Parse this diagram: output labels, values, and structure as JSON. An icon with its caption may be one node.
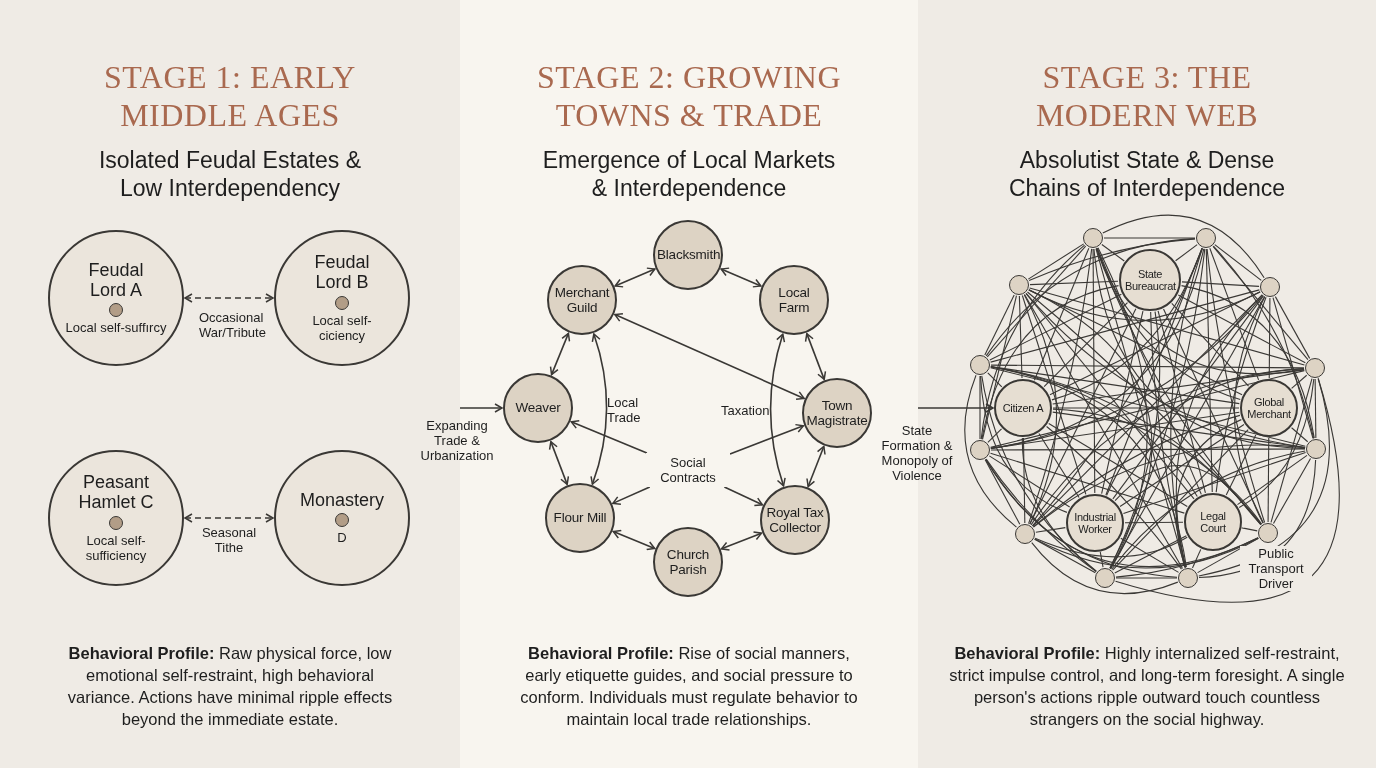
{
  "diagram": {
    "nodes": [
      {
        "text": [
          "STAGE 1: EARLY MIDDLE AGES",
          "Isolated Feudal Estates & Low Interdependency",
          "**Behavioral Profile:** Raw physical force, low emotional self-restraint, high behavioral variance. Actions have minimal ripple effects beyond the immediate estate."
        ]
      },
      {
        "text": [
          "STAGE 2: GROWING TOWNS & TRADE",
          "Emergence of Local Markets & Interdependence",
          "**Behavioral Profile:** Rise of social manners, early etiquette guides, and social pressure to conform. Individuals must regulate behavior to maintain local trade relationships."
        ]
      },
      {
        "text": [
          "STAGE 3: THE MODERN WEB",
          "Absolutist State & Dense Chains of Interdependence",
          "**Behavioral Profile:** Highly internalized self-restraint, strict impulse control, and long-term foresight. A single person's actions ripple outward touch countless strangers on the social highway."
        ]
      },
      {
        "text": [
          "Feudal Lord A",
          "Local self-suffırcy"
        ],
        "in": 0
      },
      {
        "text": [
          "Feudal Lord B",
          "Local self-ciciency"
        ],
        "in": 0
      },
      {
        "text": [
          "Peasant Hamlet C",
          "Local self-sufficiency"
        ],
        "in": 0
      },
      {
        "text": [
          "Monastery",
          "D"
        ],
        "in": 0
      },
      {
        "text": [
          "Blacksmith"
        ],
        "in": 1
      },
      {
        "text": [
          "Merchant Guild"
        ],
        "in": 1
      },
      {
        "text": [
          "Local Farm"
        ],
        "in": 1
      },
      {
        "text": [
          "Weaver"
        ],
        "in": 1
      },
      {
        "text": [
          "Town Magistrate"
        ],
        "in": 1
      },
      {
        "text": [
          "Flour Mill"
        ],
        "in": 1
      },
      {
        "text": [
          "Royal Tax Collector"
        ],
        "in": 1
      },
      {
        "text": [
          "Church Parish"
        ],
        "in": 1
      },
      {
        "text": [
          "Social Contracts"
        ],
        "in": 1
      },
      {
        "text": [
          "State Bureaucrat"
        ],
        "in": 2
      },
      {
        "text": [
          "Citizen A"
        ],
        "in": 2
      },
      {
        "text": [
          "Global Merchant"
        ],
        "in": 2
      },
      {
        "text": [
          "Industrial Worker"
        ],
        "in": 2
      },
      {
        "text": [
          "Legal Court"
        ],
        "in": 2
      },
      {
        "text": [],
        "shape": "circle",
        "in": 2
      },
      {
        "text": [],
        "shape": "circle",
        "in": 2
      },
      {
        "text": [],
        "shape": "circle",
        "in": 2
      },
      {
        "text": [],
        "shape": "circle",
        "in": 2
      },
      {
        "text": [],
        "shape": "circle",
        "in": 2
      },
      {
        "text": [],
        "shape": "circle",
        "in": 2
      },
      {
        "text": [],
        "shape": "circle",
        "in": 2
      },
      {
        "text": [],
        "shape": "circle",
        "in": 2
      },
      {
        "text": [],
        "shape": "circle",
        "in": 2
      },
      {
        "text": [],
        "shape": "circle",
        "in": 2,
        "beside": [
          "Public Transport Driver"
        ]
      },
      {
        "text": [],
        "shape": "circle",
        "in": 2
      },
      {
        "text": [],
        "shape": "circle",
        "in": 2
      }
    ],
    "edges": [
      {
        "from": 3,
        "to": 4,
        "arrow": "both",
        "style": "dashed",
        "label": "Occasional War/Tribute"
      },
      {
        "from": 5,
        "to": 6,
        "arrow": "both",
        "style": "dashed",
        "label": "Seasonal Tithe"
      },
      {
        "from": 8,
        "to": 7,
        "arrow": "both"
      },
      {
        "from": 7,
        "to": 9,
        "arrow": "both"
      },
      {
        "from": 8,
        "to": 10,
        "arrow": "both"
      },
      {
        "from": 9,
        "to": 11,
        "arrow": "both"
      },
      {
        "from": 10,
        "to": 12,
        "arrow": "both"
      },
      {
        "from": 11,
        "to": 13,
        "arrow": "both"
      },
      {
        "from": 12,
        "to": 14,
        "arrow": "both"
      },
      {
        "from": 14,
        "to": 13,
        "arrow": "both"
      },
      {
        "from": 8,
        "to": 11,
        "arrow": "both"
      },
      {
        "from": 8,
        "to": 12,
        "arrow": "both",
        "label": "Local Trade"
      },
      {
        "from": 9,
        "to": 13,
        "arrow": "both",
        "label": "Taxation"
      },
      {
        "from": 15,
        "to": 10,
        "arrow": "to"
      },
      {
        "from": 15,
        "to": 11,
        "arrow": "to"
      },
      {
        "from": 15,
        "to": 12,
        "arrow": "to"
      },
      {
        "from": 15,
        "to": 13,
        "arrow": "to"
      },
      {
        "from": 0,
        "to": 10,
        "arrow": "to",
        "label": "Expanding Trade & Urbanization"
      },
      {
        "from": 1,
        "to": 17,
        "arrow": "to",
        "label": "State Formation & Monopoly of Violence"
      },
      {
        "from": 16,
        "to": 17,
        "arrow": "none"
      },
      {
        "from": 16,
        "to": 18,
        "arrow": "none"
      },
      {
        "from": 16,
        "to": 19,
        "arrow": "none"
      },
      {
        "from": 16,
        "to": 20,
        "arrow": "none"
      },
      {
        "from": 16,
        "to": 21,
        "arrow": "none"
      },
      {
        "from": 16,
        "to": 22,
        "arrow": "none"
      },
      {
        "from": 16,
        "to": 23,
        "arrow": "none"
      },
      {
        "from": 16,
        "to": 24,
        "arrow": "none"
      },
      {
        "from": 16,
        "to": 25,
        "arrow": "none"
      },
      {
        "from": 16,
        "to": 26,
        "arrow": "none"
      },
      {
        "from": 16,
        "to": 27,
        "arrow": "none"
      },
      {
        "from": 16,
        "to": 28,
        "arrow": "none"
      },
      {
        "from": 16,
        "to": 29,
        "arrow": "none"
      },
      {
        "from": 16,
        "to": 30,
        "arrow": "none"
      },
      {
        "from": 16,
        "to": 31,
        "arrow": "none"
      },
      {
        "from": 16,
        "to": 32,
        "arrow": "none"
      },
      {
        "from": 17,
        "to": 18,
        "arrow": "none"
      },
      {
        "from": 17,
        "to": 19,
        "arrow": "none"
      },
      {
        "from": 17,
        "to": 20,
        "arrow": "none"
      },
      {
        "from": 17,
        "to": 21,
        "arrow": "none"
      },
      {
        "from": 17,
        "to": 22,
        "arrow": "none"
      },
      {
        "from": 17,
        "to": 23,
        "arrow": "none"
      },
      {
        "from": 17,
        "to": 24,
        "arrow": "none"
      },
      {
        "from": 17,
        "to": 25,
        "arrow": "none"
      },
      {
        "from": 17,
        "to": 26,
        "arrow": "none"
      },
      {
        "from": 17,
        "to": 27,
        "arrow": "none"
      },
      {
        "from": 17,
        "to": 28,
        "arrow": "none"
      },
      {
        "from": 17,
        "to": 29,
        "arrow": "none"
      },
      {
        "from": 17,
        "to": 30,
        "arrow": "none"
      },
      {
        "from": 17,
        "to": 31,
        "arrow": "none"
      },
      {
        "from": 17,
        "to": 32,
        "arrow": "none"
      },
      {
        "from": 18,
        "to": 19,
        "arrow": "none"
      },
      {
        "from": 18,
        "to": 20,
        "arrow": "none"
      },
      {
        "from": 18,
        "to": 21,
        "arrow": "none"
      },
      {
        "from": 18,
        "to": 22,
        "arrow": "none"
      },
      {
        "from": 18,
        "to": 23,
        "arrow": "none"
      },
      {
        "from": 18,
        "to": 24,
        "arrow": "none"
      },
      {
        "from": 18,
        "to": 25,
        "arrow": "none"
      },
      {
        "from": 18,
        "to": 26,
        "arrow": "none"
      },
      {
        "from": 18,
        "to": 27,
        "arrow": "none"
      },
      {
        "from": 18,
        "to": 28,
        "arrow": "none"
      },
      {
        "from": 18,
        "to": 29,
        "arrow": "none"
      },
      {
        "from": 18,
        "to": 30,
        "arrow": "none"
      },
      {
        "from": 18,
        "to": 31,
        "arrow": "none"
      },
      {
        "from": 18,
        "to": 32,
        "arrow": "none"
      },
      {
        "from": 19,
        "to": 20,
        "arrow": "none"
      },
      {
        "from": 19,
        "to": 21,
        "arrow": "none"
      },
      {
        "from": 19,
        "to": 22,
        "arrow": "none"
      },
      {
        "from": 19,
        "to": 23,
        "arrow": "none"
      },
      {
        "from": 19,
        "to": 24,
        "arrow": "none"
      },
      {
        "from": 19,
        "to": 25,
        "arrow": "none"
      },
      {
        "from": 19,
        "to": 26,
        "arrow": "none"
      },
      {
        "from": 19,
        "to": 27,
        "arrow": "none"
      },
      {
        "from": 19,
        "to": 28,
        "arrow": "none"
      },
      {
        "from": 19,
        "to": 29,
        "arrow": "none"
      },
      {
        "from": 19,
        "to": 30,
        "arrow": "none"
      },
      {
        "from": 19,
        "to": 31,
        "arrow": "none"
      },
      {
        "from": 19,
        "to": 32,
        "arrow": "none"
      },
      {
        "from": 20,
        "to": 21,
        "arrow": "none"
      },
      {
        "from": 20,
        "to": 22,
        "arrow": "none"
      },
      {
        "from": 20,
        "to": 23,
        "arrow": "none"
      },
      {
        "from": 20,
        "to": 24,
        "arrow": "none"
      },
      {
        "from": 20,
        "to": 25,
        "arrow": "none"
      },
      {
        "from": 20,
        "to": 26,
        "arrow": "none"
      },
      {
        "from": 20,
        "to": 27,
        "arrow": "none"
      },
      {
        "from": 20,
        "to": 28,
        "arrow": "none"
      },
      {
        "from": 20,
        "to": 29,
        "arrow": "none"
      },
      {
        "from": 20,
        "to": 30,
        "arrow": "none"
      },
      {
        "from": 20,
        "to": 31,
        "arrow": "none"
      },
      {
        "from": 20,
        "to": 32,
        "arrow": "none"
      },
      {
        "from": 21,
        "to": 22,
        "arrow": "none"
      },
      {
        "from": 21,
        "to": 23,
        "arrow": "none"
      },
      {
        "from": 21,
        "to": 24,
        "arrow": "none"
      },
      {
        "from": 21,
        "to": 25,
        "arrow": "none"
      },
      {
        "from": 21,
        "to": 26,
        "arrow": "none"
      },
      {
        "from": 21,
        "to": 27,
        "arrow": "none"
      },
      {
        "from": 21,
        "to": 28,
        "arrow": "none"
      },
      {
        "from": 21,
        "to": 29,
        "arrow": "none"
      },
      {
        "from": 21,
        "to": 30,
        "arrow": "none"
      },
      {
        "from": 21,
        "to": 31,
        "arrow": "none"
      },
      {
        "from": 21,
        "to": 32,
        "arrow": "none"
      },
      {
        "from": 22,
        "to": 23,
        "arrow": "none"
      },
      {
        "from": 22,
        "to": 24,
        "arrow": "none"
      },
      {
        "from": 22,
        "to": 25,
        "arrow": "none"
      },
      {
        "from": 22,
        "to": 26,
        "arrow": "none"
      },
      {
        "from": 22,
        "to": 27,
        "arrow": "none"
      },
      {
        "from": 22,
        "to": 28,
        "arrow": "none"
      },
      {
        "from": 22,
        "to": 29,
        "arrow": "none"
      },
      {
        "from": 22,
        "to": 30,
        "arrow": "none"
      },
      {
        "from": 22,
        "to": 31,
        "arrow": "none"
      },
      {
        "from": 22,
        "to": 32,
        "arrow": "none"
      },
      {
        "from": 23,
        "to": 24,
        "arrow": "none"
      },
      {
        "from": 23,
        "to": 25,
        "arrow": "none"
      },
      {
        "from": 23,
        "to": 26,
        "arrow": "none"
      },
      {
        "from": 23,
        "to": 27,
        "arrow": "none"
      },
      {
        "from": 23,
        "to": 28,
        "arrow": "none"
      },
      {
        "from": 23,
        "to": 29,
        "arrow": "none"
      },
      {
        "from": 23,
        "to": 30,
        "arrow": "none"
      },
      {
        "from": 23,
        "to": 31,
        "arrow": "none"
      },
      {
        "from": 23,
        "to": 32,
        "arrow": "none"
      },
      {
        "from": 24,
        "to": 25,
        "arrow": "none"
      },
      {
        "from": 24,
        "to": 26,
        "arrow": "none"
      },
      {
        "from": 24,
        "to": 27,
        "arrow": "none"
      },
      {
        "from": 24,
        "to": 28,
        "arrow": "none"
      },
      {
        "from": 24,
        "to": 29,
        "arrow": "none"
      },
      {
        "from": 24,
        "to": 30,
        "arrow": "none"
      },
      {
        "from": 24,
        "to": 31,
        "arrow": "none"
      },
      {
        "from": 24,
        "to": 32,
        "arrow": "none"
      },
      {
        "from": 25,
        "to": 26,
        "arrow": "none"
      },
      {
        "from": 25,
        "to": 27,
        "arrow": "none"
      },
      {
        "from": 25,
        "to": 28,
        "arrow": "none"
      },
      {
        "from": 25,
        "to": 29,
        "arrow": "none"
      },
      {
        "from": 25,
        "to": 30,
        "arrow": "none"
      },
      {
        "from": 25,
        "to": 31,
        "arrow": "none"
      },
      {
        "from": 25,
        "to": 32,
        "arrow": "none"
      },
      {
        "from": 26,
        "to": 27,
        "arrow": "none"
      },
      {
        "from": 26,
        "to": 28,
        "arrow": "none"
      },
      {
        "from": 26,
        "to": 29,
        "arrow": "none"
      },
      {
        "from": 26,
        "to": 30,
        "arrow": "none"
      },
      {
        "from": 26,
        "to": 31,
        "arrow": "none"
      },
      {
        "from": 26,
        "to": 32,
        "arrow": "none"
      },
      {
        "from": 27,
        "to": 28,
        "arrow": "none"
      },
      {
        "from": 27,
        "to": 29,
        "arrow": "none"
      },
      {
        "from": 27,
        "to": 30,
        "arrow": "none"
      },
      {
        "from": 27,
        "to": 31,
        "arrow": "none"
      },
      {
        "from": 27,
        "to": 32,
        "arrow": "none"
      },
      {
        "from": 28,
        "to": 29,
        "arrow": "none"
      },
      {
        "from": 28,
        "to": 30,
        "arrow": "none"
      },
      {
        "from": 28,
        "to": 31,
        "arrow": "none"
      },
      {
        "from": 28,
        "to": 32,
        "arrow": "none"
      },
      {
        "from": 29,
        "to": 30,
        "arrow": "none"
      },
      {
        "from": 29,
        "to": 31,
        "arrow": "none"
      },
      {
        "from": 29,
        "to": 32,
        "arrow": "none"
      },
      {
        "from": 30,
        "to": 31,
        "arrow": "none"
      },
      {
        "from": 30,
        "to": 32,
        "arrow": "none"
      },
      {
        "from": 31,
        "to": 32,
        "arrow": "none"
      }
    ]
  }
}
